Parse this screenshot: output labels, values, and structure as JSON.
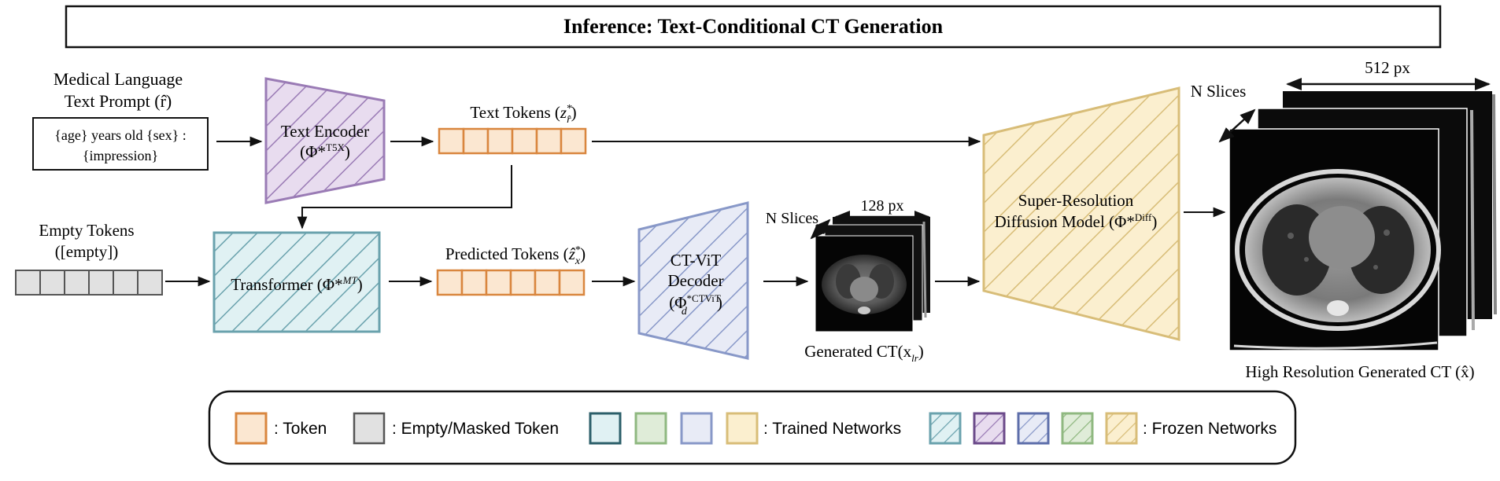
{
  "title": "Inference: Text-Conditional CT Generation",
  "prompt": {
    "label_line1": "Medical Language",
    "label_line2": "Text Prompt (r̂)",
    "box_line1": "{age} years old {sex} :",
    "box_line2": "{impression}"
  },
  "text_encoder": {
    "line1": "Text Encoder",
    "line2": "(Φ*",
    "sup": "T5X",
    "close": ")"
  },
  "text_tokens": {
    "label": "Text Tokens (",
    "sym": "z",
    "sup": "*",
    "sub": "r̂",
    "close": ")"
  },
  "empty_tokens": {
    "line1": "Empty Tokens",
    "line2": "([empty])"
  },
  "transformer": {
    "label": "Transformer (Φ*",
    "sup": "MT",
    "close": ")"
  },
  "predicted_tokens": {
    "label": "Predicted Tokens (",
    "sym": "ẑ",
    "sup": "*",
    "sub": "x",
    "close": ")"
  },
  "decoder": {
    "line1": "CT-ViT",
    "line2": "Decoder",
    "line3": "(Φ",
    "sup": "*CTViT",
    "sub": "d",
    "close": ")"
  },
  "low_res": {
    "slices": "N Slices",
    "px": "128 px",
    "caption": "Generated CT(x",
    "caption_sub": "lr",
    "caption_close": ")"
  },
  "super_res": {
    "line1": "Super-Resolution",
    "line2": "Diffusion Model (Φ*",
    "sup": "Diff",
    "close": ")"
  },
  "high_res": {
    "slices": "N Slices",
    "px": "512 px",
    "caption": "High Resolution Generated CT (x̂)"
  },
  "legend": {
    "token": ": Token",
    "empty": ": Empty/Masked Token",
    "trained": ": Trained Networks",
    "frozen": ": Frozen Networks"
  },
  "colors": {
    "orange": "#d9863e",
    "orange_fill": "#fbe7d1",
    "purple": "#9a7bb5",
    "purple_fill": "#e8dcef",
    "teal": "#6aa2ad",
    "teal_fill": "#e0f1f3",
    "green": "#8fb880",
    "green_fill": "#dfecd8",
    "blue": "#8898c8",
    "blue_fill": "#e8ebf6",
    "yellow": "#d8bd78",
    "yellow_fill": "#fbefcf",
    "gray": "#555555",
    "gray_fill": "#e1e1e1"
  }
}
